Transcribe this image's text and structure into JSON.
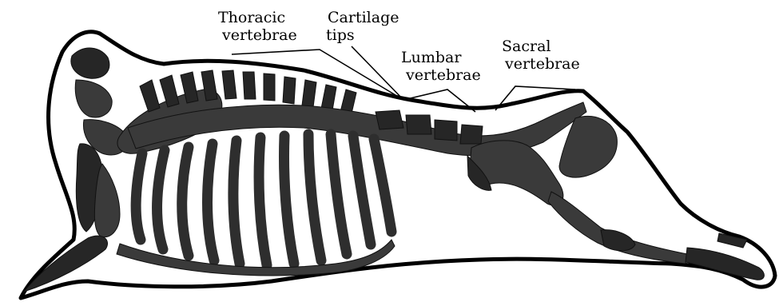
{
  "diagram": {
    "labels": {
      "thoracic": [
        "Thoracic",
        "vertebrae"
      ],
      "cartilage": [
        "Cartilage",
        "tips"
      ],
      "lumbar": [
        "Lumbar",
        "vertebrae"
      ],
      "sacral": [
        "Sacral",
        "vertebrae"
      ]
    }
  }
}
